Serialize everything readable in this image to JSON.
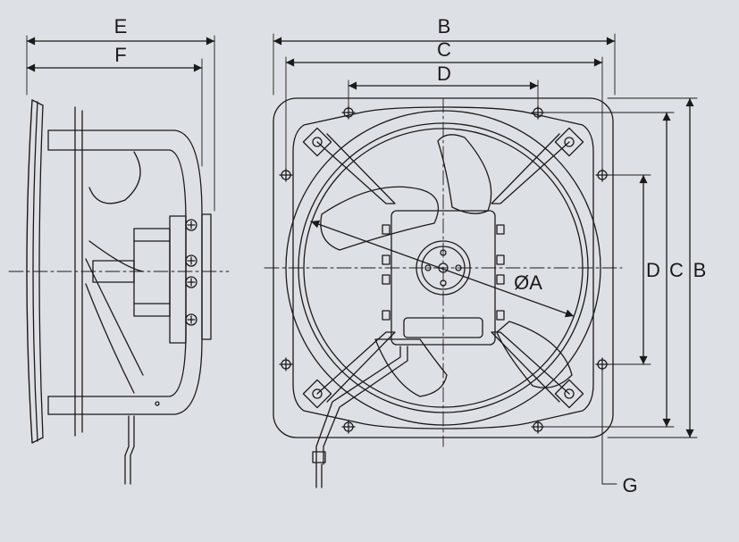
{
  "labels": {
    "side_e": "E",
    "side_f": "F",
    "top_b": "B",
    "top_c": "C",
    "top_d": "D",
    "right_d": "D",
    "right_c": "C",
    "right_b": "B",
    "diameter": "ØA",
    "hole": "G"
  },
  "colors": {
    "background": "#dde1e5",
    "line": "#1a1a1a"
  }
}
